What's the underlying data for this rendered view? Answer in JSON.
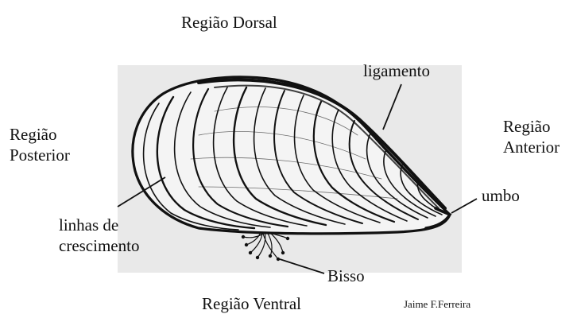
{
  "labels": {
    "dorsal": "Região Dorsal",
    "ventral": "Região Ventral",
    "posterior": [
      "Região",
      "Posterior"
    ],
    "anterior": [
      "Região",
      "Anterior"
    ],
    "ligamento": "ligamento",
    "umbo": "umbo",
    "linhas": [
      "linhas de",
      "crescimento"
    ],
    "bisso": "Bisso"
  },
  "credit": "Jaime F.Ferreira",
  "colors": {
    "panel": "#e9e9e9",
    "ink": "#111111",
    "background": "#ffffff"
  },
  "icons": [
    "mussel-shell-icon",
    "byssus-threads-icon"
  ]
}
